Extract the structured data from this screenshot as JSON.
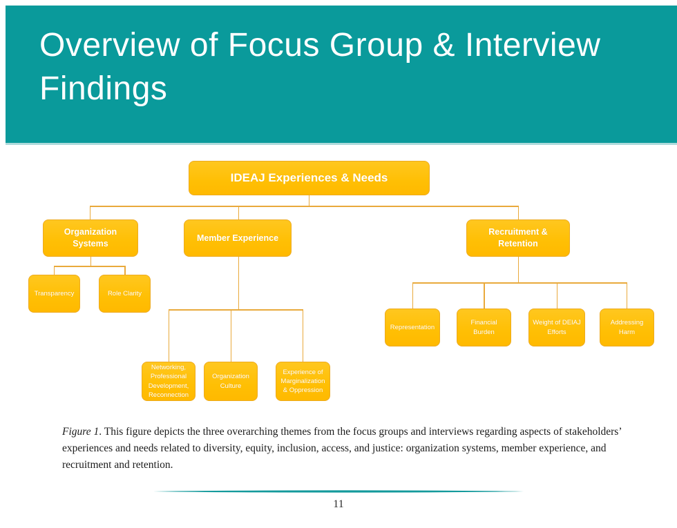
{
  "slide": {
    "title": "Overview of Focus Group & Interview Findings",
    "page_number": "11"
  },
  "colors": {
    "banner_teal": "#0a9a9b",
    "node_orange": "#ffc000",
    "connector_gold": "#e9a93b",
    "divider_teal": "#149a9c"
  },
  "diagram": {
    "root": {
      "label": "IDEAJ Experiences & Needs"
    },
    "branches": [
      {
        "label": "Organization Systems",
        "children": [
          "Transparency",
          "Role Clarity"
        ]
      },
      {
        "label": "Member Experience",
        "children": [
          "Networking, Professional Development, Reconnection",
          "Organization Culture",
          "Experience of Marginalization & Oppression"
        ]
      },
      {
        "label": "Recruitment & Retention",
        "children": [
          "Representation",
          "Financial Burden",
          "Weight of DEIAJ Efforts",
          "Addressing Harm"
        ]
      }
    ]
  },
  "caption": {
    "figure_label": "Figure 1",
    "text": ". This figure depicts the three overarching themes from the focus groups and interviews regarding aspects of stakeholders’ experiences and needs related to diversity, equity, inclusion, access, and justice: organization systems, member experience, and recruitment and retention."
  }
}
